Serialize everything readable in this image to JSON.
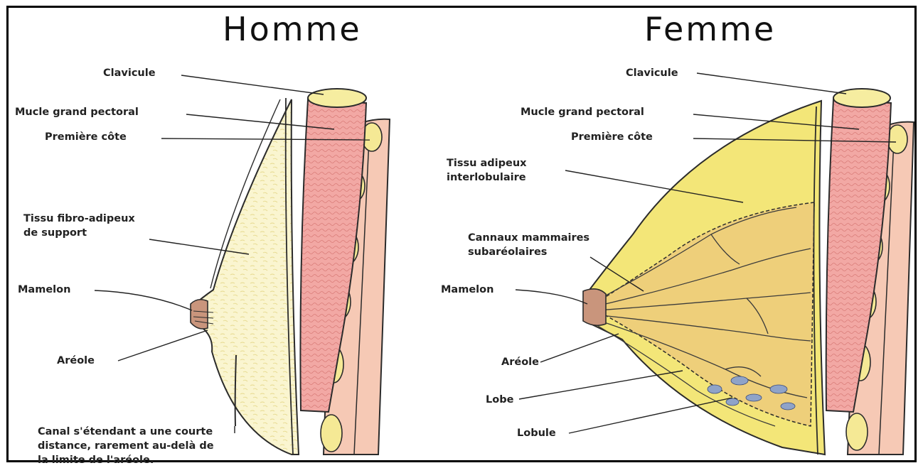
{
  "colors": {
    "fat_light": "#faf5d0",
    "fat_yellow": "#f3e678",
    "glandular": "#eecf7a",
    "muscle": "#f2a8a4",
    "rib_skin": "#f6c9b5",
    "outline": "#2b2b2b",
    "frame": "#000000"
  },
  "homme": {
    "title": "Homme",
    "labels": {
      "clavicule": "Clavicule",
      "pectoral": "Mucle grand pectoral",
      "cote": "Première côte",
      "tissu_fibro": [
        "Tissu fibro-adipeux",
        "de support"
      ],
      "mamelon": "Mamelon",
      "areole": "Aréole",
      "canal": [
        "Canal s'étendant a une courte",
        "distance, rarement au-delà de",
        "la limite de l'aréole."
      ]
    }
  },
  "femme": {
    "title": "Femme",
    "labels": {
      "clavicule": "Clavicule",
      "pectoral": "Mucle grand pectoral",
      "cote": "Première côte",
      "tissu_adipeux": [
        "Tissu adipeux",
        "interlobulaire"
      ],
      "cannaux": [
        "Cannaux mammaires",
        "subaréolaires"
      ],
      "mamelon": "Mamelon",
      "areole": "Aréole",
      "lobe": "Lobe",
      "lobule": "Lobule"
    }
  }
}
